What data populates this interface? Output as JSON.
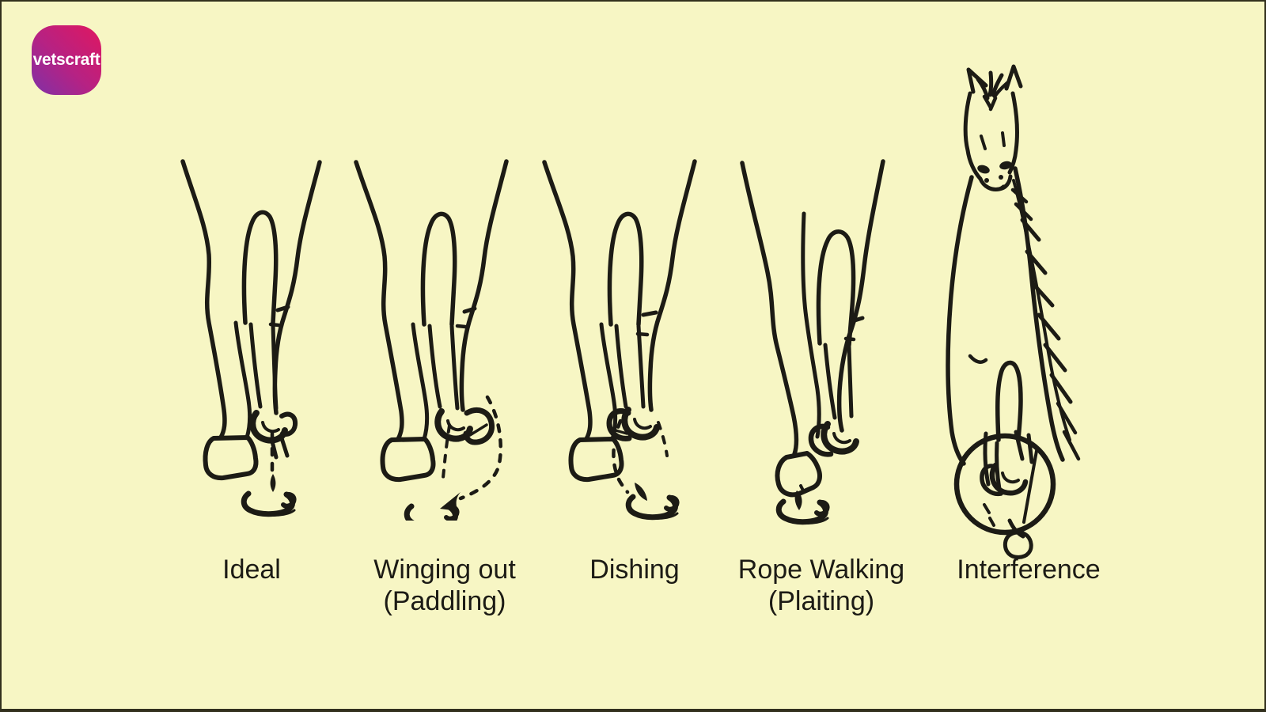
{
  "page": {
    "background": "#f7f6c4",
    "frame_color": "#32301d",
    "ink_color": "#1c1b15"
  },
  "logo": {
    "label": "vetscraft",
    "text_color": "#ffffff",
    "gradient_top_right": "#e01760",
    "gradient_bottom_left": "#7f31a7"
  },
  "figures": [
    {
      "name": "ideal",
      "label_lines": [
        "Ideal"
      ],
      "drawing": "front view of foreleg pair, flexed fetlock, straight dashed flight path onto hoof print"
    },
    {
      "name": "winging-out",
      "label_lines": [
        "Winging out",
        "(Paddling)"
      ],
      "drawing": "front view of foreleg pair, hoof breaks over outward, dashed flight loop swings out to hoof print"
    },
    {
      "name": "dishing",
      "label_lines": [
        "Dishing"
      ],
      "drawing": "front view of foreleg pair, hoof breaks over inward, dashed flight loop swings in to hoof print"
    },
    {
      "name": "rope-walking",
      "label_lines": [
        "Rope Walking",
        "(Plaiting)"
      ],
      "drawing": "front view of foreleg pair crossing midline, hoof lands on single-track hoof print"
    },
    {
      "name": "interference",
      "label_lines": [
        "Interference"
      ],
      "drawing": "front view of horse, swinging hoof strikes opposite leg, contact zone circled"
    }
  ]
}
